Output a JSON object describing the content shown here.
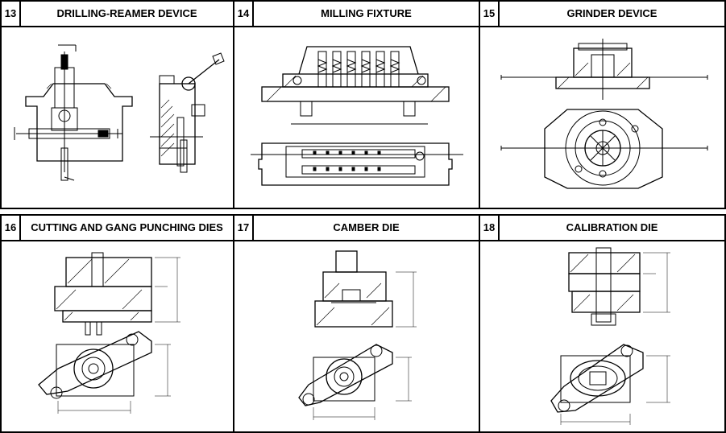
{
  "panels": [
    {
      "number": "13",
      "title": "DRILLING-REAMER DEVICE"
    },
    {
      "number": "14",
      "title": "MILLING FIXTURE"
    },
    {
      "number": "15",
      "title": "GRINDER DEVICE"
    },
    {
      "number": "16",
      "title": "CUTTING AND GANG PUNCHING DIES"
    },
    {
      "number": "17",
      "title": "CAMBER DIE"
    },
    {
      "number": "18",
      "title": "CALIBRATION DIE"
    }
  ]
}
